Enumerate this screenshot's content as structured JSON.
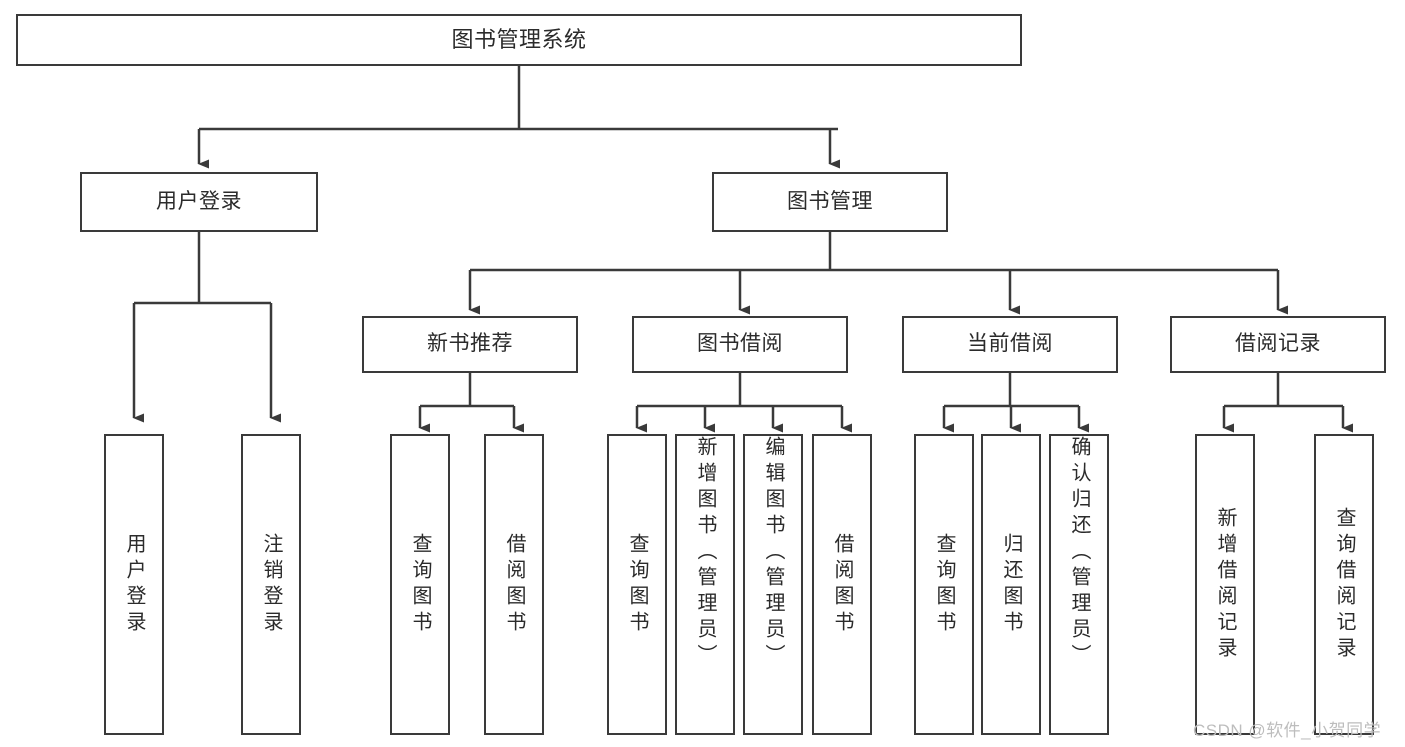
{
  "diagram": {
    "title": "图书管理系统",
    "type": "hierarchy-tree",
    "levels": 4,
    "root": {
      "label": "图书管理系统"
    },
    "level2": [
      {
        "label": "用户登录"
      },
      {
        "label": "图书管理"
      }
    ],
    "level3": [
      {
        "label": "新书推荐"
      },
      {
        "label": "图书借阅"
      },
      {
        "label": "当前借阅"
      },
      {
        "label": "借阅记录"
      }
    ],
    "leaves": {
      "user_login": [
        {
          "label": "用户登录"
        },
        {
          "label": "注销登录"
        }
      ],
      "new_book_recommend": [
        {
          "label": "查询图书"
        },
        {
          "label": "借阅图书"
        }
      ],
      "book_borrow": [
        {
          "label": "查询图书"
        },
        {
          "label": "新增图书（管理员）"
        },
        {
          "label": "编辑图书（管理员）"
        },
        {
          "label": "借阅图书"
        }
      ],
      "current_borrow": [
        {
          "label": "查询图书"
        },
        {
          "label": "归还图书"
        },
        {
          "label": "确认归还（管理员）"
        }
      ],
      "borrow_record": [
        {
          "label": "新增借阅记录"
        },
        {
          "label": "查询借阅记录"
        }
      ]
    }
  },
  "watermark": {
    "text": "CSDN @软件_小贺同学",
    "color": "#bdbdbd"
  },
  "colors": {
    "stroke": "#3a3a3a",
    "background": "#ffffff",
    "text": "#2b2b2b"
  }
}
